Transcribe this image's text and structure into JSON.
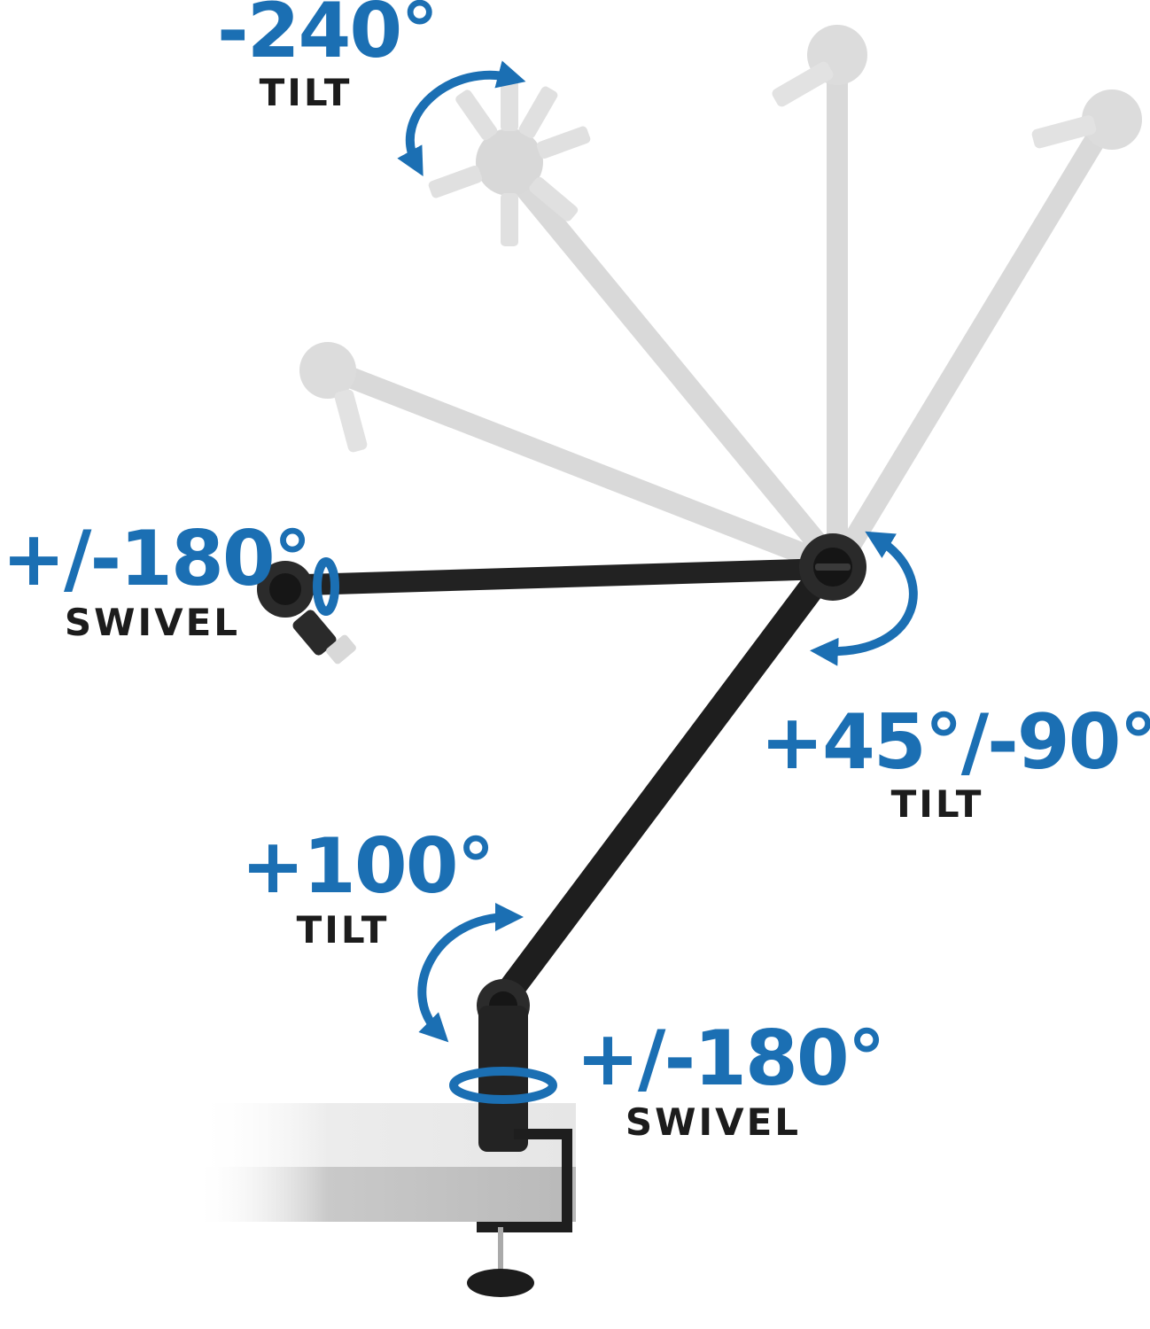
{
  "colors": {
    "accent_blue": "#1b6fb3",
    "arm_black": "#1e1e1e",
    "ghost_gray": "#d6d6d6",
    "desk_gray": "#e2e2e2",
    "label_dark": "#1c1c1c"
  },
  "labels": {
    "mount_tilt": {
      "value": "-240°",
      "word": "TILT"
    },
    "end_swivel": {
      "value": "+/-180°",
      "word": "SWIVEL"
    },
    "elbow_tilt": {
      "value": "+45°/-90°",
      "word": "TILT"
    },
    "base_tilt": {
      "value": "+100°",
      "word": "TILT"
    },
    "base_swivel": {
      "value": "+/-180°",
      "word": "SWIVEL"
    }
  },
  "icons": [
    "rotation-arrow-icon"
  ]
}
